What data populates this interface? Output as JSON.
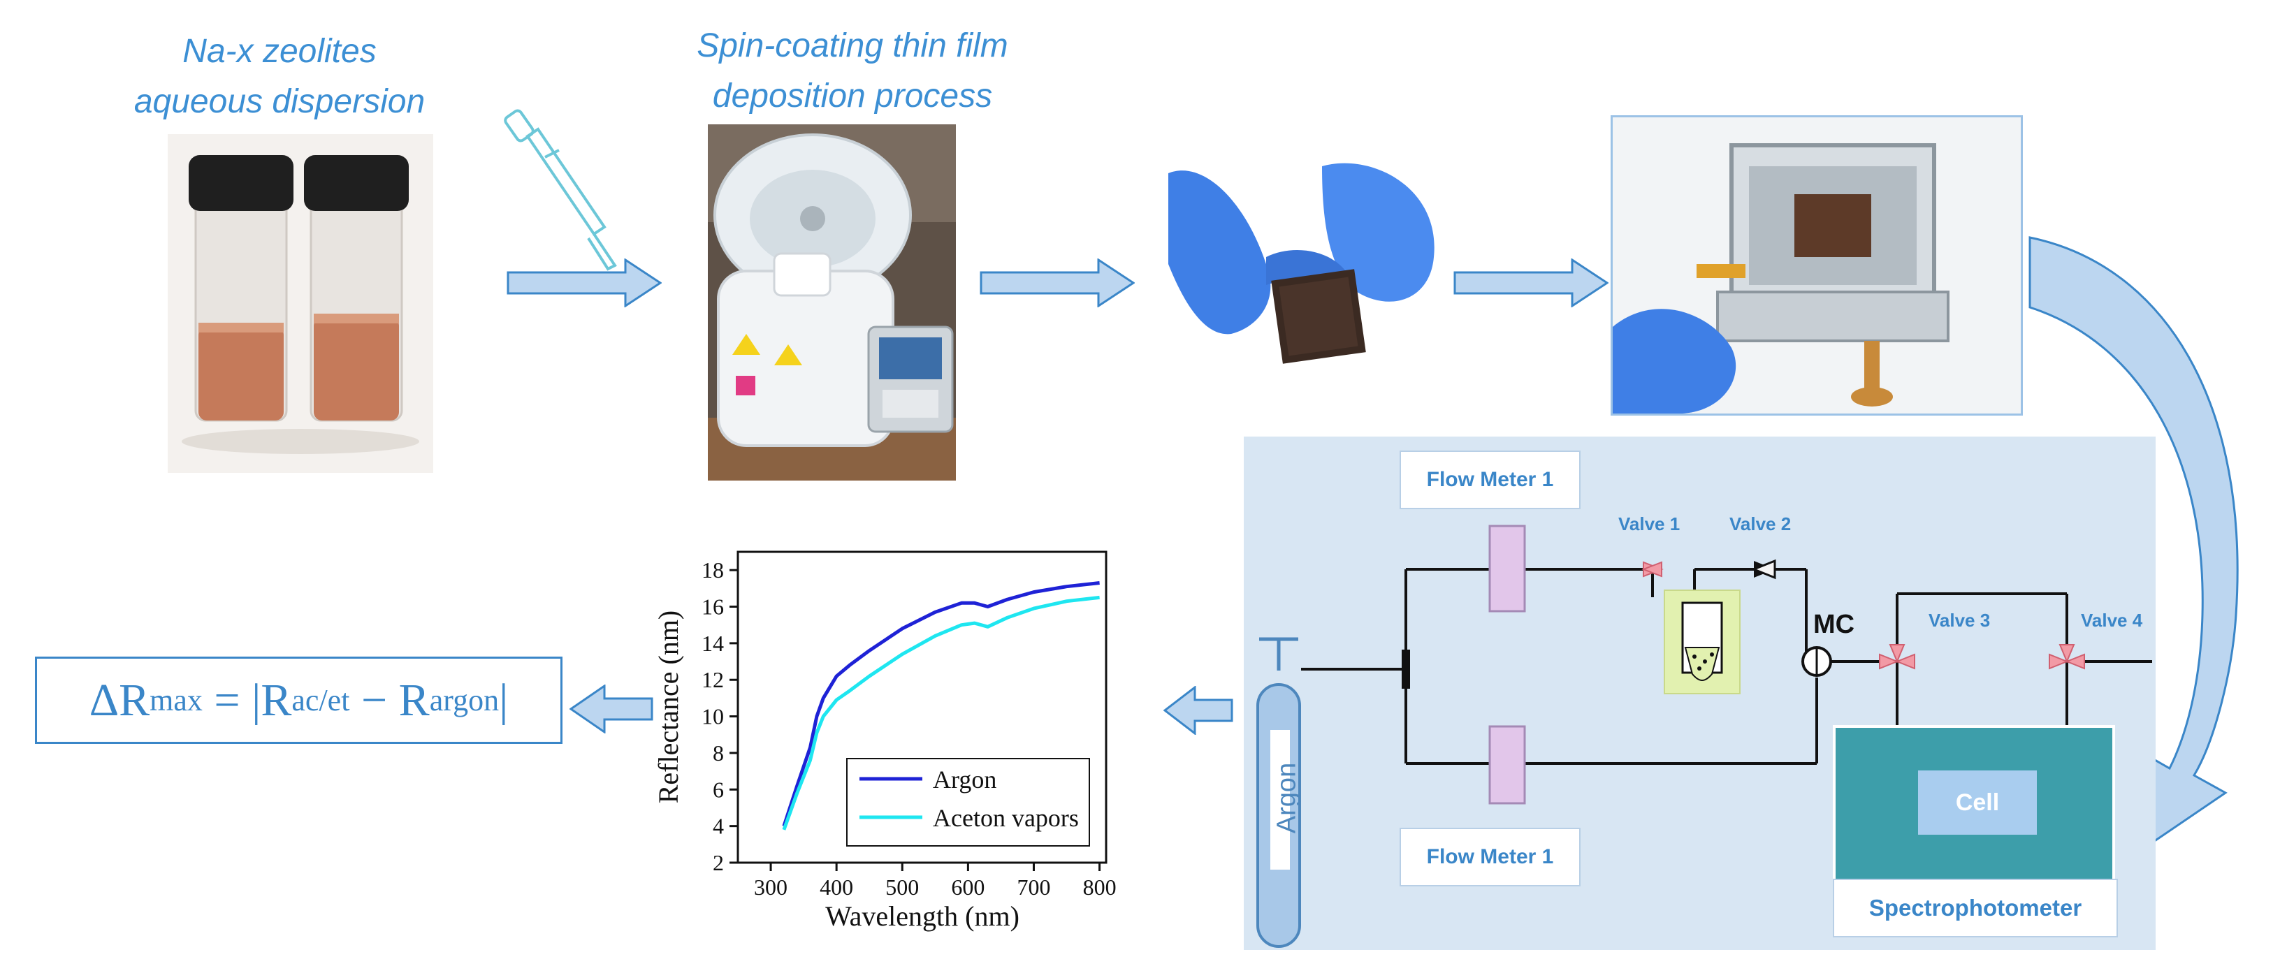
{
  "captions": {
    "dispersion": [
      "Na-x zeolites",
      "aqueous dispersion"
    ],
    "spin": [
      "Spin-coating thin film",
      "deposition process"
    ]
  },
  "setup": {
    "flow_meter_top": "Flow Meter 1",
    "flow_meter_bottom": "Flow Meter 1",
    "valve1": "Valve 1",
    "valve2": "Valve 2",
    "valve3": "Valve 3",
    "valve4": "Valve 4",
    "mc": "MC",
    "argon": "Argon",
    "cell": "Cell",
    "spectrophotometer": "Spectrophotometer"
  },
  "formula": {
    "delta": "ΔR",
    "max": "max",
    "eq": " = |R",
    "acet": "ac/et",
    "minus": " − R",
    "argon": "argon",
    "close": "|"
  },
  "colors": {
    "accent": "#3a86c8",
    "arrow_fill": "#bcd6f0",
    "panel": "#d8e6f3",
    "argon_line": "#1e22d6",
    "aceton_line": "#1ee6f0"
  },
  "chart_data": {
    "type": "line",
    "xlabel": "Wavelength (nm)",
    "ylabel": "Reflectance (nm)",
    "xlim": [
      250,
      810
    ],
    "ylim": [
      2,
      19
    ],
    "xticks": [
      300,
      400,
      500,
      600,
      700,
      800
    ],
    "yticks": [
      2,
      4,
      6,
      8,
      10,
      12,
      14,
      16,
      18
    ],
    "legend": "inside-bottom-right",
    "grid": false,
    "series": [
      {
        "name": "Argon",
        "color": "#1e22d6",
        "x": [
          320,
          340,
          360,
          370,
          380,
          400,
          420,
          450,
          500,
          550,
          590,
          610,
          630,
          660,
          700,
          750,
          800
        ],
        "y": [
          4.0,
          6.2,
          8.3,
          10.0,
          11.0,
          12.2,
          12.8,
          13.6,
          14.8,
          15.7,
          16.2,
          16.2,
          16.0,
          16.4,
          16.8,
          17.1,
          17.3
        ]
      },
      {
        "name": "Aceton vapors",
        "color": "#1ee6f0",
        "x": [
          320,
          340,
          360,
          370,
          380,
          400,
          420,
          450,
          500,
          550,
          590,
          610,
          630,
          660,
          700,
          750,
          800
        ],
        "y": [
          3.8,
          5.8,
          7.6,
          9.1,
          10.0,
          10.9,
          11.4,
          12.2,
          13.4,
          14.4,
          15.0,
          15.1,
          14.9,
          15.4,
          15.9,
          16.3,
          16.5
        ]
      }
    ]
  }
}
